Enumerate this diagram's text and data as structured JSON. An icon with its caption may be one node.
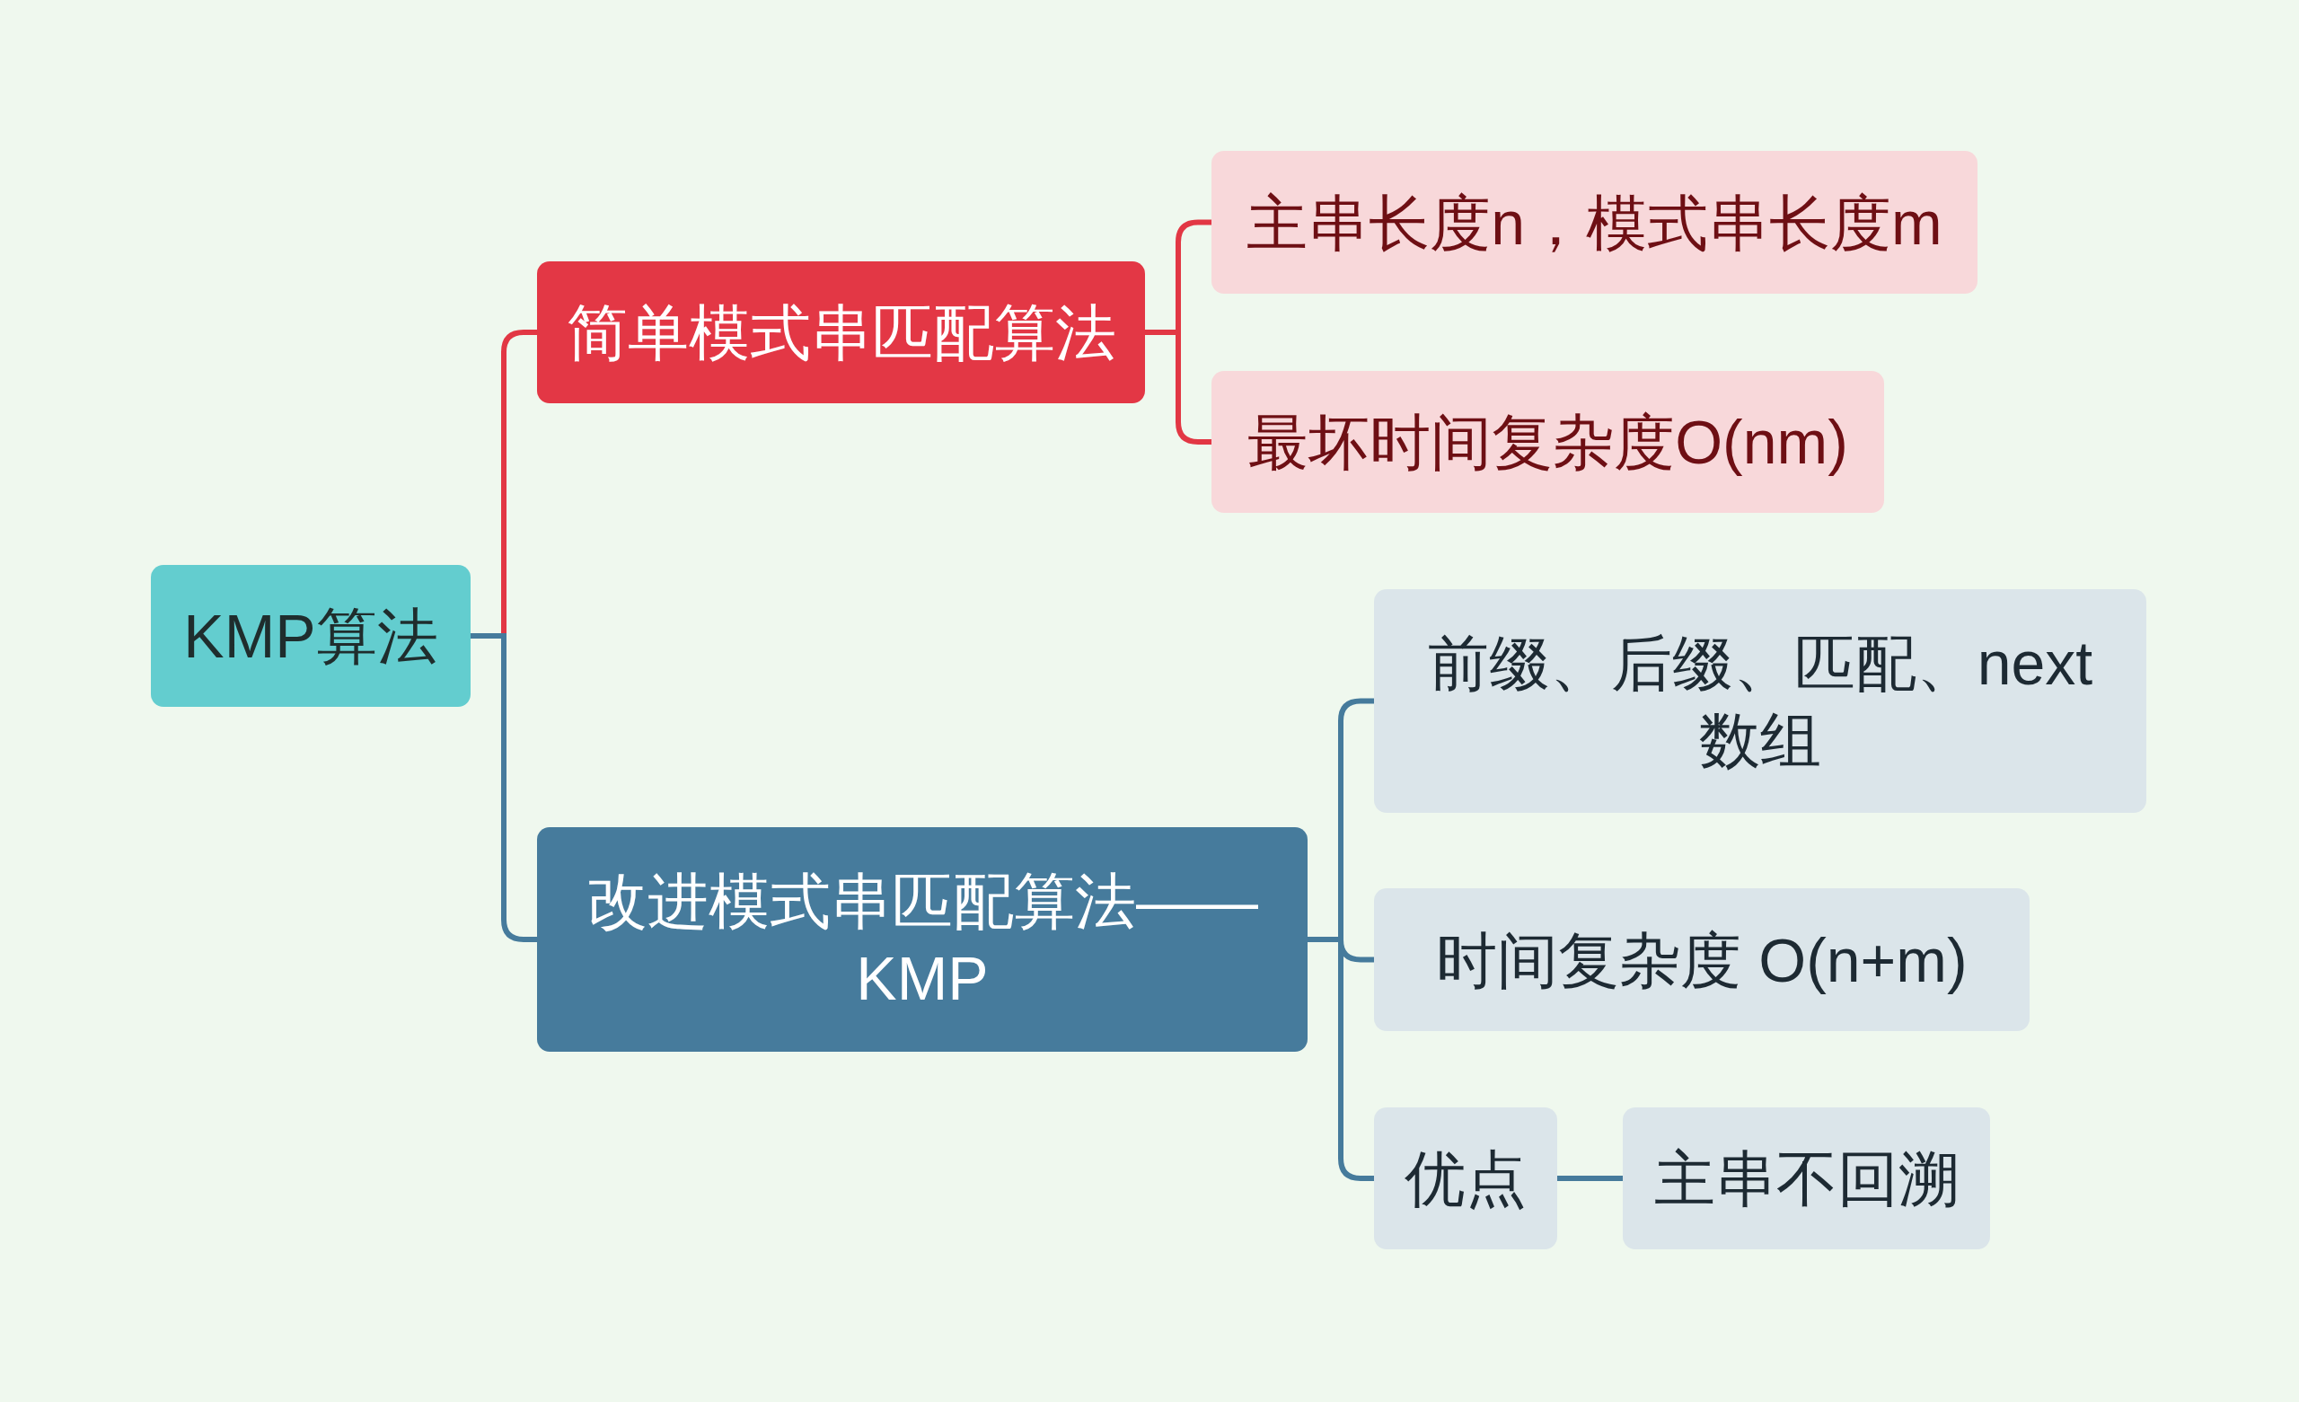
{
  "diagram": {
    "nodes": [
      {
        "text": [
          "KMP算法"
        ]
      },
      {
        "text": [
          "简单模式串匹配算法"
        ]
      },
      {
        "text": [
          "主串长度n，模式串长度m"
        ]
      },
      {
        "text": [
          "最坏时间复杂度O(nm)"
        ]
      },
      {
        "text": [
          "改进模式串匹配算法——KMP"
        ]
      },
      {
        "text": [
          "前缀、后缀、匹配、next数组"
        ]
      },
      {
        "text": [
          "时间复杂度 O(n+m)"
        ]
      },
      {
        "text": [
          "优点"
        ]
      },
      {
        "text": [
          "主串不回溯"
        ]
      }
    ],
    "edges": [
      {
        "from": 0,
        "to": 1,
        "arrow": "none",
        "color": "#e23744"
      },
      {
        "from": 0,
        "to": 4,
        "arrow": "none"
      },
      {
        "from": 1,
        "to": 2,
        "arrow": "none",
        "color": "#e23744"
      },
      {
        "from": 1,
        "to": 3,
        "arrow": "none",
        "color": "#e23744"
      },
      {
        "from": 4,
        "to": 5,
        "arrow": "none"
      },
      {
        "from": 4,
        "to": 6,
        "arrow": "none"
      },
      {
        "from": 4,
        "to": 7,
        "arrow": "none"
      },
      {
        "from": 7,
        "to": 8,
        "arrow": "none"
      }
    ]
  }
}
